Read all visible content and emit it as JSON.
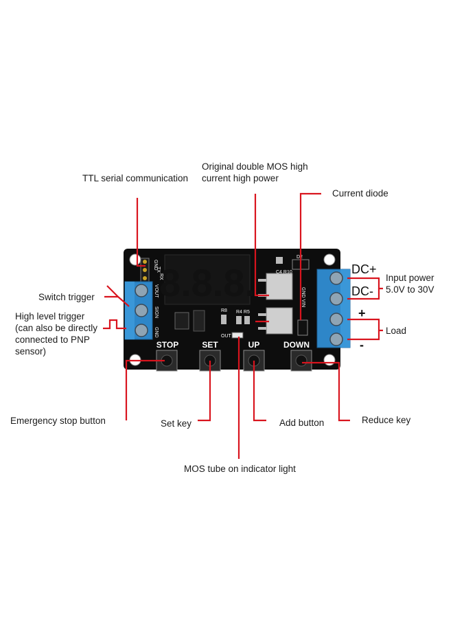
{
  "callouts": {
    "ttl_serial": "TTL serial communication",
    "mos_original": "Original double MOS high\ncurrent high power",
    "current_diode": "Current diode",
    "input_power": "Input power\n5.0V to 30V",
    "load": "Load",
    "switch_trigger": "Switch trigger",
    "high_level_trigger": "High level trigger\n(can also be directly\nconnected to PNP\nsensor)",
    "emergency_stop": "Emergency stop button",
    "set_key": "Set key",
    "add_button": "Add button",
    "reduce_key": "Reduce key",
    "mos_indicator": "MOS tube on indicator light"
  },
  "terminals": {
    "dc_plus": "DC+",
    "dc_minus": "DC-",
    "load_plus": "+",
    "load_minus": "-"
  },
  "board": {
    "display": "8.8.8.",
    "btn_stop": "STOP",
    "btn_set": "SET",
    "btn_up": "UP",
    "btn_down": "DOWN",
    "pin_rx": "RX",
    "pin_tx": "TX",
    "pin_gnd": "GND",
    "vout": "VOUT",
    "sign": "SIGN",
    "gnd_left": "GND",
    "gnd_vin": "GND VIN",
    "out": "OUT",
    "d2": "D2",
    "c4r10": "C4 R10",
    "r8": "R8",
    "r4r5": "R4 R5"
  },
  "colors": {
    "pcb": "#0d0d0d",
    "terminal_block": "#2e86c8",
    "callout_line": "#d9141e",
    "display_segment": "#b5b5b5",
    "silkscreen": "#ffffff"
  }
}
